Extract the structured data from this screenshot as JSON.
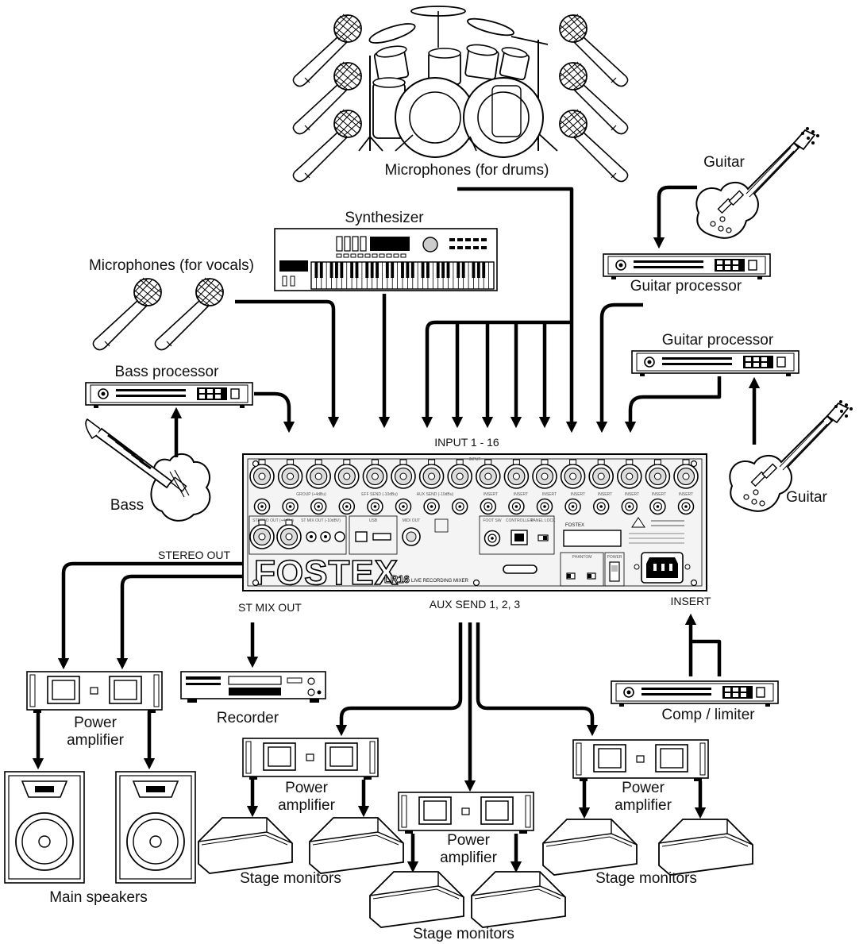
{
  "labels": {
    "mics_drums": "Microphones (for drums)",
    "synth": "Synthesizer",
    "mics_vocals": "Microphones (for vocals)",
    "guitar_top": "Guitar",
    "guitar_proc_top": "Guitar processor",
    "guitar_proc_mid": "Guitar processor",
    "bass_proc": "Bass processor",
    "bass": "Bass",
    "guitar_right": "Guitar",
    "input": "INPUT 1 - 16",
    "stereo_out": "STEREO OUT",
    "st_mix_out": "ST MIX OUT",
    "aux_send": "AUX SEND 1, 2, 3",
    "insert": "INSERT",
    "amp_main_l1": "Power",
    "amp_main_l2": "amplifier",
    "recorder": "Recorder",
    "comp": "Comp / limiter",
    "main_speakers": "Main speakers",
    "amp_a_l1": "Power",
    "amp_a_l2": "amplifier",
    "amp_b_l1": "Power",
    "amp_b_l2": "amplifier",
    "amp_c_l1": "Power",
    "amp_c_l2": "amplifier",
    "stage_mon_left": "Stage monitors",
    "stage_mon_right": "Stage monitors",
    "stage_mon_bottom": "Stage monitors"
  },
  "mixer": {
    "brand": "FOSTEX",
    "model": "LR16",
    "model_sub": "LIVE RECORDING MIXER",
    "panel_input": "INPUT",
    "panel_group": "GROUP (+4dBu)",
    "panel_eff": "EFF SEND (-10dBu)",
    "panel_aux": "AUX SEND (-10dBu)",
    "panel_insert": "INSERT",
    "panel_stereo": "STEREO OUT (+4dBu)",
    "panel_stmix": "ST MIX OUT (-10dBV)",
    "panel_usb": "USB",
    "panel_midi": "MIDI OUT",
    "panel_foot": "FOOT SW",
    "panel_controller": "CONTROLLER",
    "panel_lock": "PANEL LOCK",
    "panel_logo": "FOSTEX",
    "panel_phantom": "PHANTOM",
    "panel_power": "POWER"
  }
}
